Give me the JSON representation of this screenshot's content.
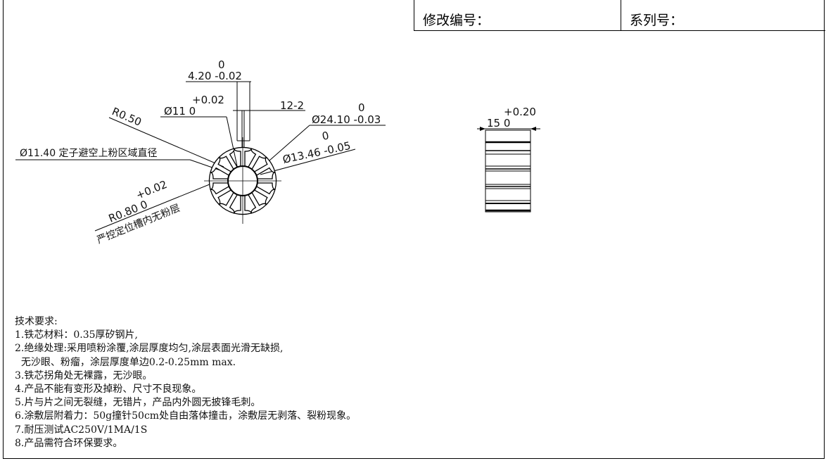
{
  "title_block": {
    "revision_label": "修改编号：",
    "series_label": "系列号："
  },
  "front_view": {
    "slot_width": {
      "upper": "0",
      "value": "4.20 -0.02"
    },
    "bore": {
      "upper": "+0.02",
      "value": "Ø11  0"
    },
    "slot_count": "12-2",
    "outer_dia": {
      "upper": "0",
      "value": "Ø24.10 -0.03"
    },
    "radius_small": "R0.50",
    "avoid_dia": "Ø11.40 定子避空上粉区域直径",
    "root_dia": {
      "upper": "0",
      "value": "Ø13.46 -0.05"
    },
    "radius_groove": {
      "upper": "+0.02",
      "value": "R0.80  0"
    },
    "groove_note": "严控定位槽内无粉层",
    "tooth_count": 12
  },
  "side_view": {
    "length": {
      "upper": "+0.20",
      "value": "15  0"
    }
  },
  "notes": {
    "title": "技术要求:",
    "items": [
      "1.铁芯材料：0.35厚矽钢片,",
      "2.绝缘处理:采用喷粉涂覆,涂层厚度均匀,涂层表面光滑无缺损,",
      "  无沙眼、粉瘤，涂层厚度单边0.2-0.25mm max.",
      "3.铁芯拐角处无裸露，无沙眼。",
      "4.产品不能有变形及掉粉、尺寸不良现象。",
      "5.片与片之间无裂缝，无错片，产品内外圆无披锋毛刺。",
      "6.涂敷层附着力：50g撞针50cm处自由落体撞击，涂敷层无剥落、裂粉现象。",
      "7.耐压测试AC250V/1MA/1S",
      "8.产品需符合环保要求。"
    ]
  }
}
